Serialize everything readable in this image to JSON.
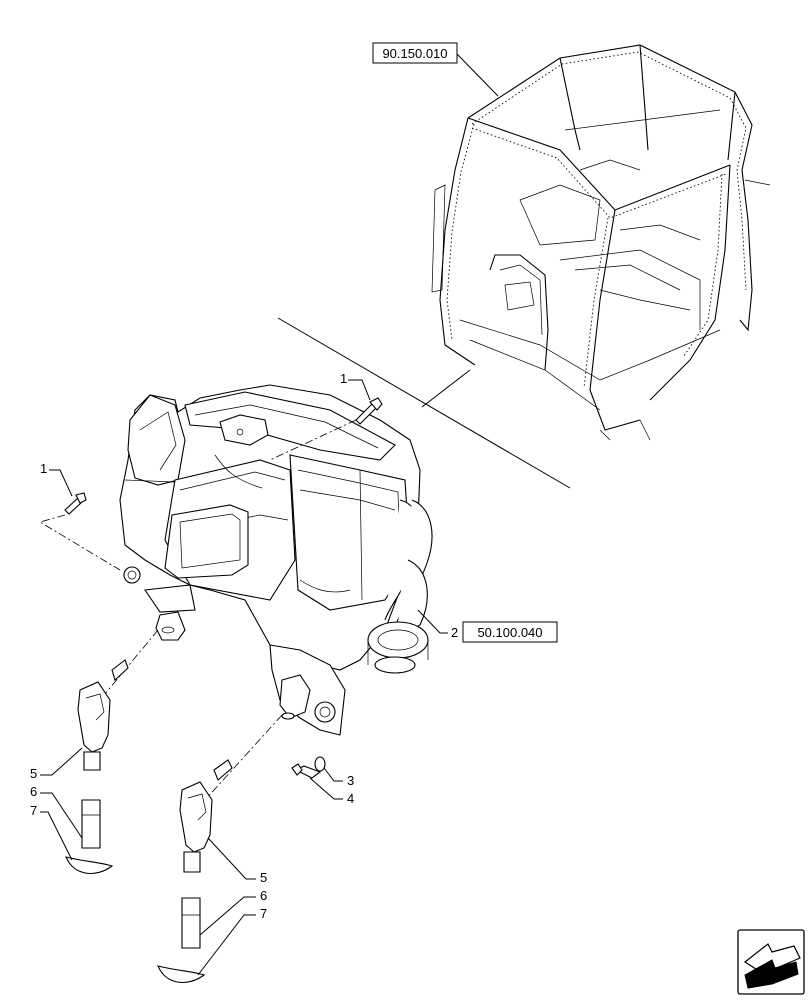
{
  "references": {
    "cab_frame": "90.150.010",
    "heater_unit": "50.100.040"
  },
  "callouts": {
    "c1a": "1",
    "c1b": "1",
    "c2": "2",
    "c3": "3",
    "c4": "4",
    "c5a": "5",
    "c6a": "6",
    "c7a": "7",
    "c5b": "5",
    "c6b": "6",
    "c7b": "7"
  },
  "icons": {
    "navigation": "next-page-arrow-icon"
  }
}
